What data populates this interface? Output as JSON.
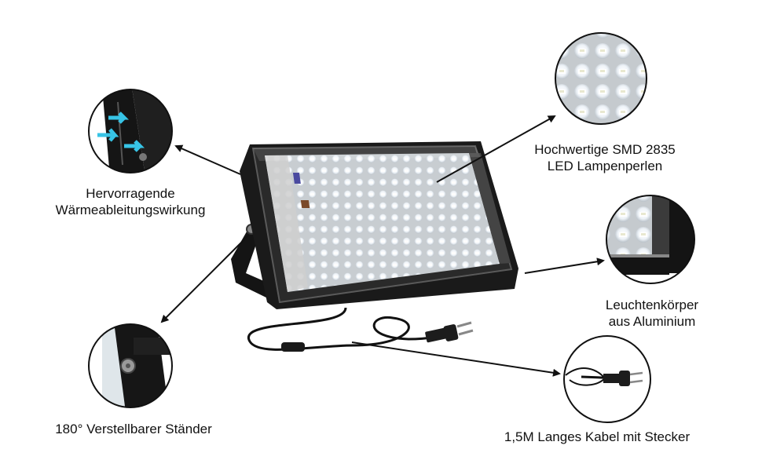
{
  "callouts": {
    "heat": {
      "line1": "Hervorragende",
      "line2": "Wärmeableitungswirkung",
      "icon": "heat-dissipation-icon"
    },
    "stand": {
      "text": "180° Verstellbarer Ständer",
      "icon": "adjustable-stand-icon"
    },
    "leds": {
      "line1": "Hochwertige SMD 2835",
      "line2": "LED Lampenperlen",
      "icon": "smd-led-icon"
    },
    "housing": {
      "line1": "Leuchtenkörper",
      "line2": "aus Aluminium",
      "icon": "aluminium-housing-icon"
    },
    "cable": {
      "text": "1,5M Langes Kabel mit Stecker",
      "icon": "power-plug-icon"
    }
  },
  "colors": {
    "housing": "#1a1a1a",
    "led_board": "#d9dde0",
    "led_chip": "#f4f7fb",
    "arrow": "#111111",
    "heat_arrows": "#37c4e6"
  }
}
